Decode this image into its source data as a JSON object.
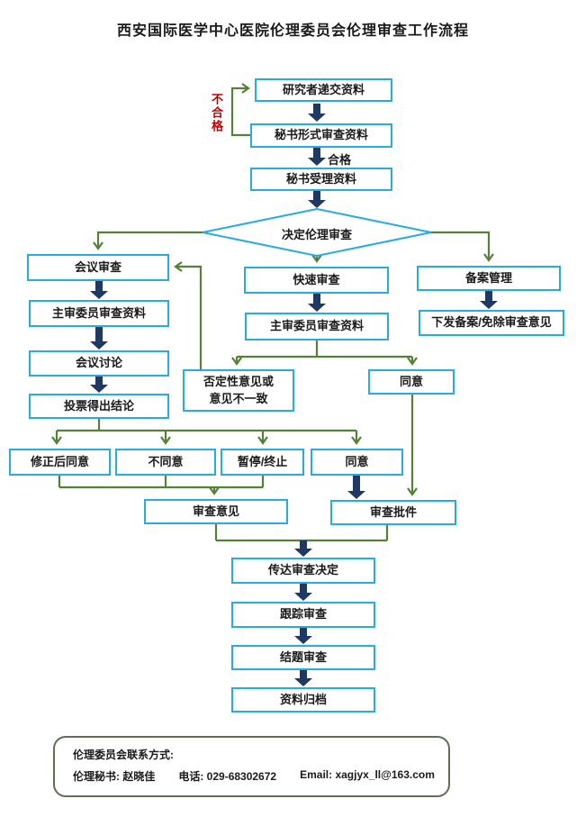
{
  "title": "西安国际医学中心医院伦理委员会伦理审查工作流程",
  "colors": {
    "box_border": "#29ABE2",
    "arrow": "#1F3864",
    "connector": "#538135",
    "reject": "#C00000",
    "contact_border": "#5F7050"
  },
  "flow": {
    "submit": "研究者递交资料",
    "reject_label": "不合格",
    "formal_review": "秘书形式审查资料",
    "pass_label": "合格",
    "accept": "秘书受理资料",
    "decide": "决定伦理审查",
    "meeting_review": "会议审查",
    "meeting_reviewer": "主审委员审查资料",
    "meeting_discussion": "会议讨论",
    "vote": "投票得出结论",
    "fast_review": "快速审查",
    "fast_reviewer": "主审委员审查资料",
    "filing": "备案管理",
    "filing_issue": "下发备案/免除审查意见",
    "negative_line1": "否定性意见或",
    "negative_line2": "意见不一致",
    "fast_agree": "同意",
    "modified_agree": "修正后同意",
    "disagree": "不同意",
    "suspend": "暂停/终止",
    "agree": "同意",
    "review_opinion": "审查意见",
    "approval": "审查批件",
    "communicate": "传达审查决定",
    "follow_up": "跟踪审查",
    "conclusion": "结题审查",
    "archive": "资料归档"
  },
  "contact": {
    "heading": "伦理委员会联系方式:",
    "secretary": "伦理秘书: 赵晓佳",
    "phone": "电话: 029-68302672",
    "email": "Email: xagjyx_ll@163.com"
  }
}
